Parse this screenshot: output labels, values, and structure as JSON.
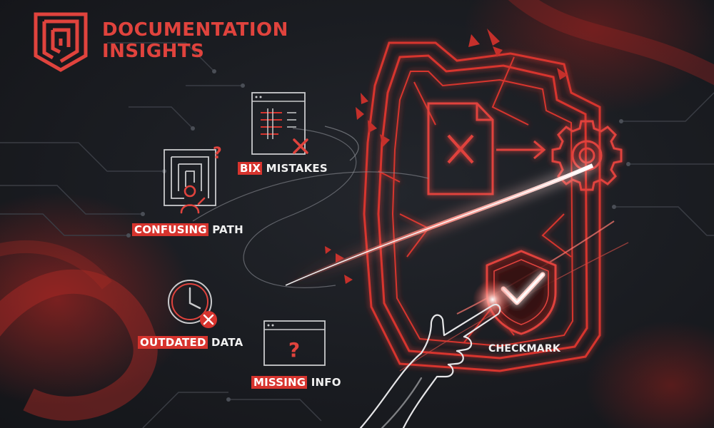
{
  "brand": {
    "line1": "DOCUMENTATION",
    "line2": "INSIGHTS",
    "logo_icon": "maze-shield-logo-icon"
  },
  "colors": {
    "background": "#1a1c21",
    "accent": "#e0433d",
    "highlight": "#d7342e",
    "icon_stroke": "#c9cacc",
    "glow": "#ffd6d0"
  },
  "issues": [
    {
      "id": "bix-mistakes",
      "highlight": "BIX",
      "rest": " MISTAKES",
      "icon": "document-list-x-icon"
    },
    {
      "id": "confusing-path",
      "highlight": "CONFUSING",
      "rest": " PATH",
      "icon": "maze-person-question-icon"
    },
    {
      "id": "outdated-data",
      "highlight": "OUTDATED",
      "rest": " DATA",
      "icon": "clock-x-icon"
    },
    {
      "id": "missing-info",
      "highlight": "MISSING",
      "rest": " INFO",
      "icon": "window-question-icon"
    }
  ],
  "resolution": {
    "label": "CHECKMARK",
    "icon": "shield-checkmark-icon"
  },
  "center": {
    "broken_frame_icon": "shattered-frame-icon",
    "document_icon": "document-x-icon",
    "gear_icon": "gear-icon",
    "arrow_icon": "arrow-right-icon",
    "hand_icon": "pointing-hand-icon"
  }
}
